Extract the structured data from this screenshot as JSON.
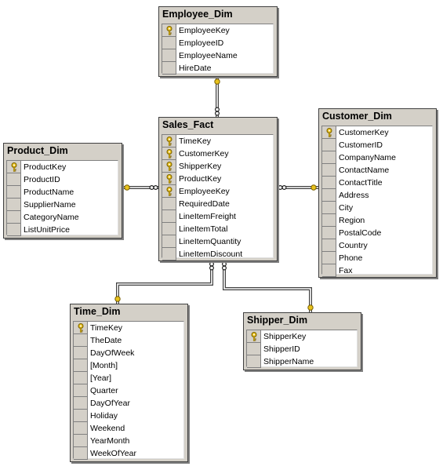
{
  "colors": {
    "window_bg": "#ffffff",
    "table_header_bg": "#d4d0c8",
    "column_bg": "#ffffff",
    "border": "#404040",
    "key_icon": "#e8c21c",
    "connector": "#606060"
  },
  "tables": [
    {
      "id": "employee_dim",
      "name": "Employee_Dim",
      "columns": [
        {
          "name": "EmployeeKey",
          "key": true
        },
        {
          "name": "EmployeeID",
          "key": false
        },
        {
          "name": "EmployeeName",
          "key": false
        },
        {
          "name": "HireDate",
          "key": false
        }
      ]
    },
    {
      "id": "sales_fact",
      "name": "Sales_Fact",
      "columns": [
        {
          "name": "TimeKey",
          "key": true
        },
        {
          "name": "CustomerKey",
          "key": true
        },
        {
          "name": "ShipperKey",
          "key": true
        },
        {
          "name": "ProductKey",
          "key": true
        },
        {
          "name": "EmployeeKey",
          "key": true
        },
        {
          "name": "RequiredDate",
          "key": false
        },
        {
          "name": "LineItemFreight",
          "key": false
        },
        {
          "name": "LineItemTotal",
          "key": false
        },
        {
          "name": "LineItemQuantity",
          "key": false
        },
        {
          "name": "LineItemDiscount",
          "key": false
        }
      ]
    },
    {
      "id": "customer_dim",
      "name": "Customer_Dim",
      "columns": [
        {
          "name": "CustomerKey",
          "key": true
        },
        {
          "name": "CustomerID",
          "key": false
        },
        {
          "name": "CompanyName",
          "key": false
        },
        {
          "name": "ContactName",
          "key": false
        },
        {
          "name": "ContactTitle",
          "key": false
        },
        {
          "name": "Address",
          "key": false
        },
        {
          "name": "City",
          "key": false
        },
        {
          "name": "Region",
          "key": false
        },
        {
          "name": "PostalCode",
          "key": false
        },
        {
          "name": "Country",
          "key": false
        },
        {
          "name": "Phone",
          "key": false
        },
        {
          "name": "Fax",
          "key": false
        }
      ]
    },
    {
      "id": "product_dim",
      "name": "Product_Dim",
      "columns": [
        {
          "name": "ProductKey",
          "key": true
        },
        {
          "name": "ProductID",
          "key": false
        },
        {
          "name": "ProductName",
          "key": false
        },
        {
          "name": "SupplierName",
          "key": false
        },
        {
          "name": "CategoryName",
          "key": false
        },
        {
          "name": "ListUnitPrice",
          "key": false
        }
      ]
    },
    {
      "id": "time_dim",
      "name": "Time_Dim",
      "columns": [
        {
          "name": "TimeKey",
          "key": true
        },
        {
          "name": "TheDate",
          "key": false
        },
        {
          "name": "DayOfWeek",
          "key": false
        },
        {
          "name": "[Month]",
          "key": false
        },
        {
          "name": "[Year]",
          "key": false
        },
        {
          "name": "Quarter",
          "key": false
        },
        {
          "name": "DayOfYear",
          "key": false
        },
        {
          "name": "Holiday",
          "key": false
        },
        {
          "name": "Weekend",
          "key": false
        },
        {
          "name": "YearMonth",
          "key": false
        },
        {
          "name": "WeekOfYear",
          "key": false
        }
      ]
    },
    {
      "id": "shipper_dim",
      "name": "Shipper_Dim",
      "columns": [
        {
          "name": "ShipperKey",
          "key": true
        },
        {
          "name": "ShipperID",
          "key": false
        },
        {
          "name": "ShipperName",
          "key": false
        }
      ]
    }
  ],
  "relationships": [
    {
      "from": "sales_fact",
      "to": "employee_dim"
    },
    {
      "from": "sales_fact",
      "to": "product_dim"
    },
    {
      "from": "sales_fact",
      "to": "customer_dim"
    },
    {
      "from": "sales_fact",
      "to": "time_dim"
    },
    {
      "from": "sales_fact",
      "to": "shipper_dim"
    }
  ]
}
